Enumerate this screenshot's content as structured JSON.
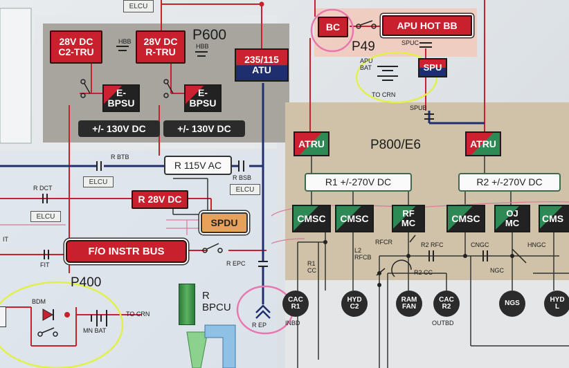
{
  "panels": {
    "p600": "P600",
    "p49": "P49",
    "p800": "P800/E6",
    "p400": "P400"
  },
  "units": {
    "c2_tru": "28V DC\nC2-TRU",
    "r_tru": "28V DC\nR-TRU",
    "atu": "235/115\nATU",
    "bc": "BC",
    "apu_hot_bb": "APU HOT BB",
    "spu": "SPU",
    "e_bpsu_left": "E-\nBPSU",
    "e_bpsu_right": "E-\nBPSU",
    "bpsu_volt_left": "+/- 130V DC",
    "bpsu_volt_right": "+/- 130V DC",
    "atru_left": "ATRU",
    "atru_right": "ATRU",
    "r1_bus": "R1 +/-270V DC",
    "r2_bus": "R2 +/-270V DC",
    "r115": "R 115V AC",
    "r28": "R 28V DC",
    "spdu": "SPDU",
    "fo_instr": "F/O INSTR BUS",
    "cmsc_1": "CMSC",
    "cmsc_2": "CMSC",
    "rf_mc": "RF\nMC",
    "cmsc_3": "CMSC",
    "oj_mc": "OJ\nMC",
    "cmsc_4": "CMS",
    "r_bpcu": "R\nBPCU"
  },
  "labels": {
    "elcu": "ELCU",
    "hbb_left": "HBB",
    "hbb_right": "HBB",
    "apu_bat": "APU\nBAT",
    "to_crn_top": "TO CRN",
    "spuc": "SPUC",
    "spub": "SPUB",
    "r_btb": "R BTB",
    "r_bsb": "R BSB",
    "r_dct": "R DCT",
    "fit": "FIT",
    "it": "IT",
    "r_epc": "R EPC",
    "r_ep": "R EP",
    "r1_cc": "R1\nCC",
    "l2_rfcb": "L2\nRFCB",
    "rfcr": "RFCR",
    "r2_rfc": "R2 RFC",
    "r2_cc": "R2 CC",
    "cngc": "CNGC",
    "ngc": "NGC",
    "hngc": "HNGC",
    "bdm": "BDM",
    "mn_bat": "MN BAT",
    "to_crn_bottom": "TO CRN",
    "inbd": "INBD",
    "outbd": "OUTBD"
  },
  "loads": {
    "cac_r1": "CAC\nR1",
    "hyd_c2": "HYD\nC2",
    "ram_fan": "RAM\nFAN",
    "cac_r2": "CAC\nR2",
    "ngs": "NGS",
    "hyd_l": "HYD\nL"
  },
  "colors": {
    "red_bus": "#c8202c",
    "green_unit": "#2e8a55",
    "navy_bus": "#1f2e6e",
    "highlight_yellow": "#e2f04a",
    "highlight_pink": "#e877b0"
  }
}
